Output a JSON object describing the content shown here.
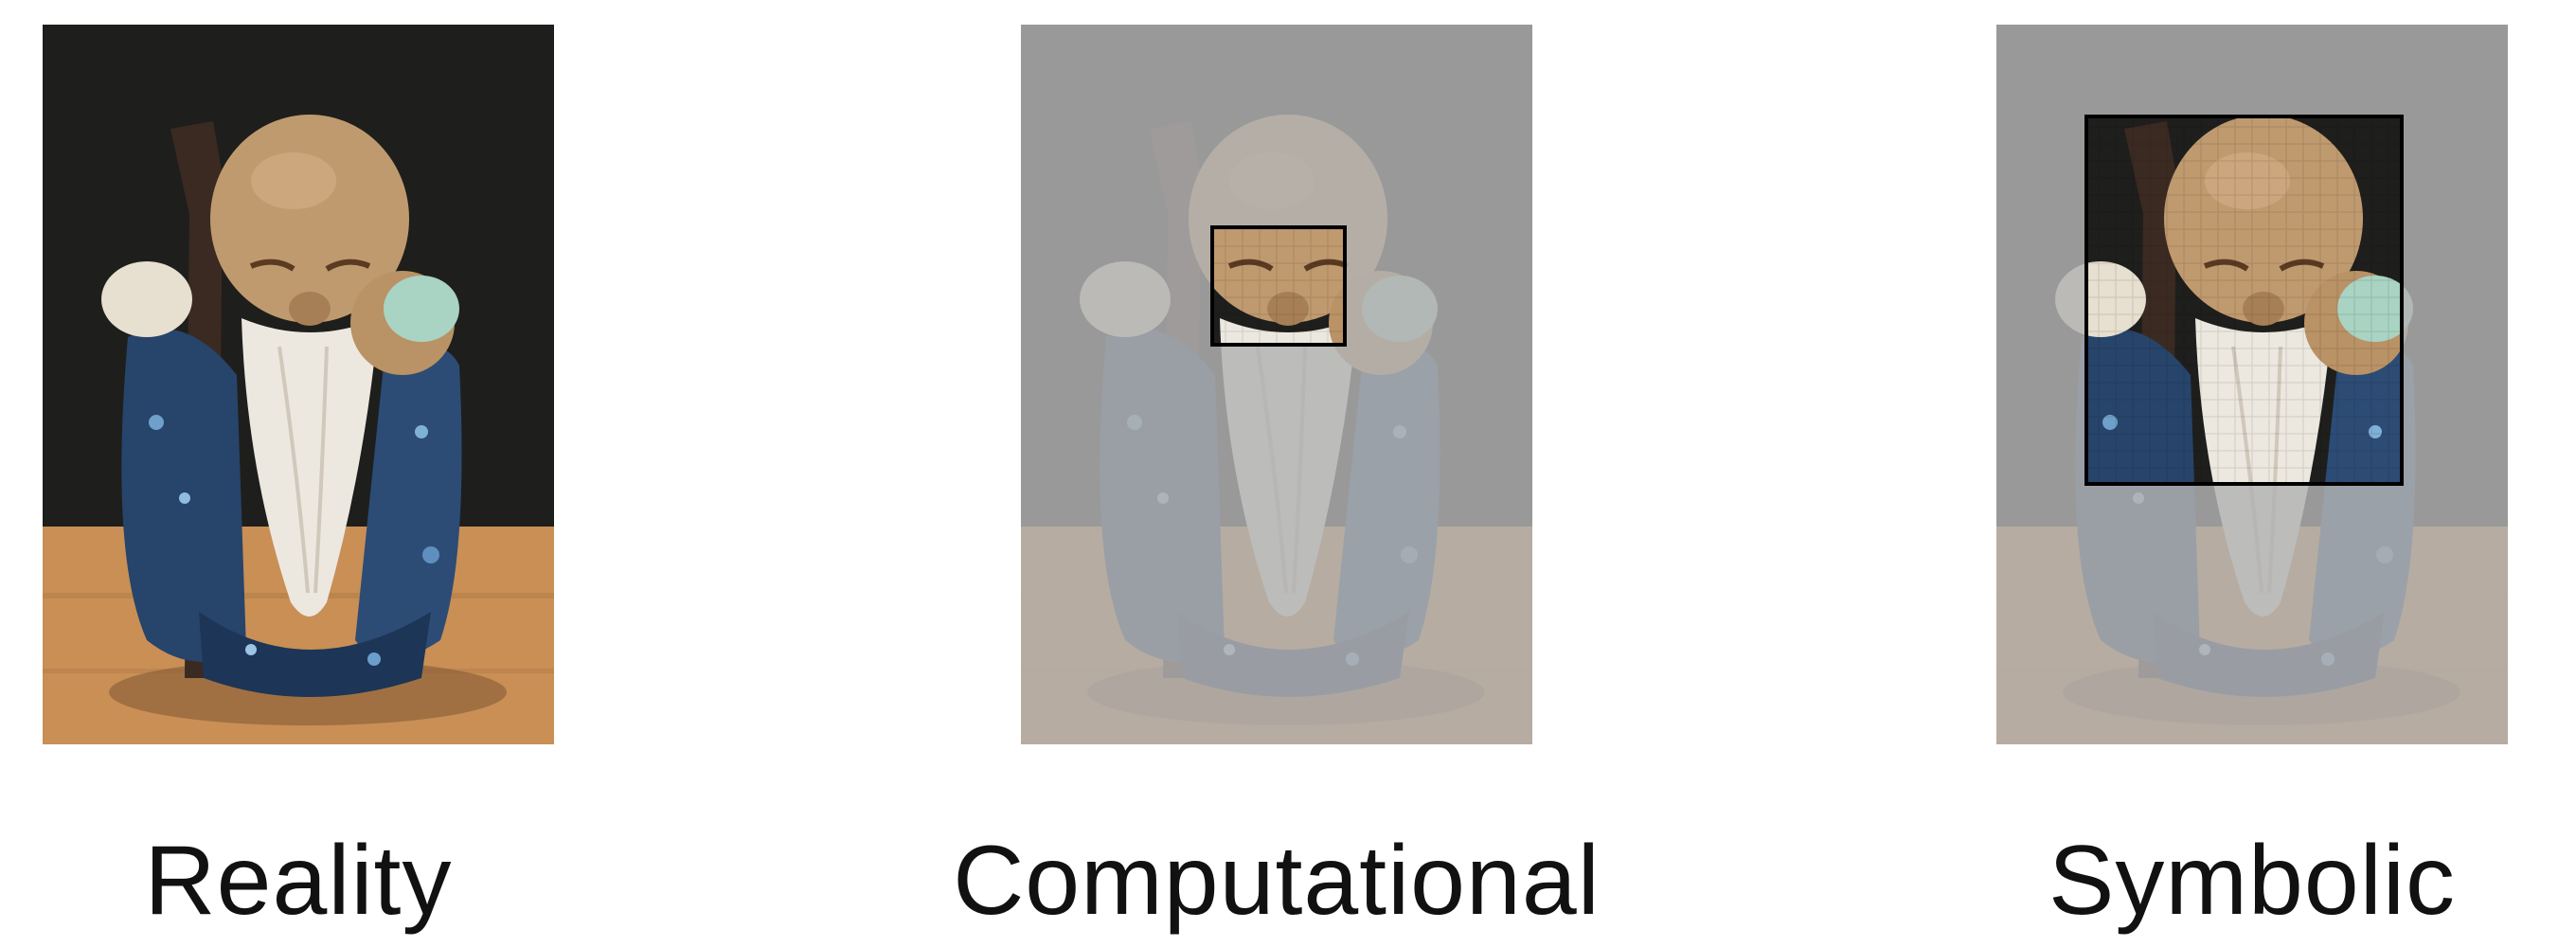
{
  "captions": {
    "reality": "Reality",
    "computational": "Computational",
    "symbolic": "Symbolic"
  },
  "colors": {
    "wall": "#1e1f1c",
    "table": "#c98f55",
    "skin": "#c09a6f",
    "beard": "#ece8e0",
    "robe": "#27446b",
    "overlay_gray": "#b3b3b3",
    "box_stroke": "#000000"
  },
  "figure": {
    "subject": "ceramic old sage figurine with long white beard, staff and blue glazed robe"
  }
}
